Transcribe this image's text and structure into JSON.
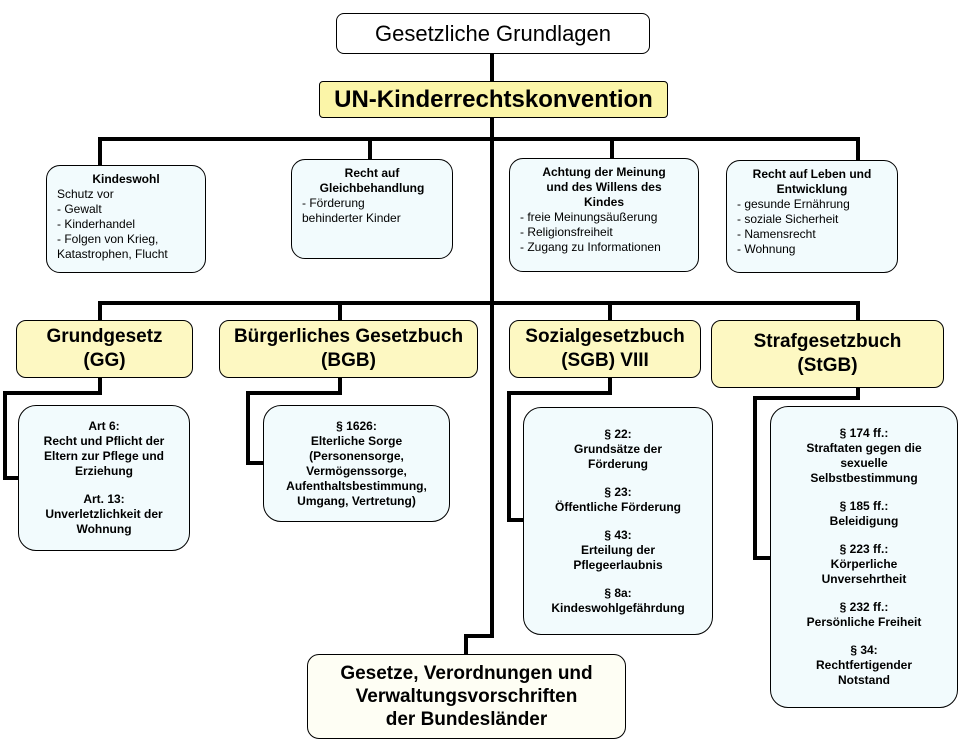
{
  "title": "Gesetzliche Grundlagen",
  "convention": "UN-Kinderrechtskonvention",
  "rights": [
    {
      "heading": [
        "Kindeswohl"
      ],
      "items": [
        "Schutz vor",
        "- Gewalt",
        "- Kinderhandel",
        "- Folgen von Krieg,",
        "Katastrophen, Flucht"
      ]
    },
    {
      "heading": [
        "Recht auf",
        "Gleichbehandlung"
      ],
      "items": [
        "- Förderung",
        "behinderter Kinder"
      ]
    },
    {
      "heading": [
        "Achtung der Meinung",
        "und des Willens des",
        "Kindes"
      ],
      "items": [
        "- freie Meinungsäußerung",
        "- Religionsfreiheit",
        "- Zugang zu Informationen"
      ]
    },
    {
      "heading": [
        "Recht auf Leben und",
        "Entwicklung"
      ],
      "items": [
        "- gesunde Ernährung",
        "- soziale Sicherheit",
        "- Namensrecht",
        "- Wohnung"
      ]
    }
  ],
  "laws": [
    {
      "name": [
        "Grundgesetz",
        "(GG)"
      ],
      "details": [
        [
          "Art 6:",
          "Recht und Pflicht der",
          "Eltern zur Pflege und",
          "Erziehung"
        ],
        [
          "Art. 13:",
          "Unverletzlichkeit der",
          "Wohnung"
        ]
      ]
    },
    {
      "name": [
        "Bürgerliches Gesetzbuch",
        "(BGB)"
      ],
      "details": [
        [
          "§ 1626:",
          "Elterliche Sorge",
          "(Personensorge,",
          "Vermögenssorge,",
          "Aufenthaltsbestimmung,",
          "Umgang, Vertretung)"
        ]
      ]
    },
    {
      "name": [
        "Sozialgesetzbuch",
        "(SGB) VIII"
      ],
      "details": [
        [
          "§ 22:",
          "Grundsätze der",
          "Förderung"
        ],
        [
          "§ 23:",
          "Öffentliche Förderung"
        ],
        [
          "§ 43:",
          "Erteilung der",
          "Pflegeerlaubnis"
        ],
        [
          "§ 8a:",
          "Kindeswohlgefährdung"
        ]
      ]
    },
    {
      "name": [
        "Strafgesetzbuch",
        "(StGB)"
      ],
      "details": [
        [
          "§ 174 ff.:",
          "Straftaten gegen die",
          "sexuelle",
          "Selbstbestimmung"
        ],
        [
          "§ 185 ff.:",
          "Beleidigung"
        ],
        [
          "§ 223 ff.:",
          "Körperliche",
          "Unversehrtheit"
        ],
        [
          "§ 232 ff.:",
          "Persönliche Freiheit"
        ],
        [
          "§ 34:",
          "Rechtfertigender",
          "Notstand"
        ]
      ]
    }
  ],
  "states": [
    "Gesetze, Verordnungen und",
    "Verwaltungsvorschriften",
    "der Bundesländer"
  ],
  "colors": {
    "line": "#000000",
    "highlight": "#fbf5a8",
    "law_fill": "#fdf8c2",
    "detail_fill": "#f2fbfd"
  }
}
